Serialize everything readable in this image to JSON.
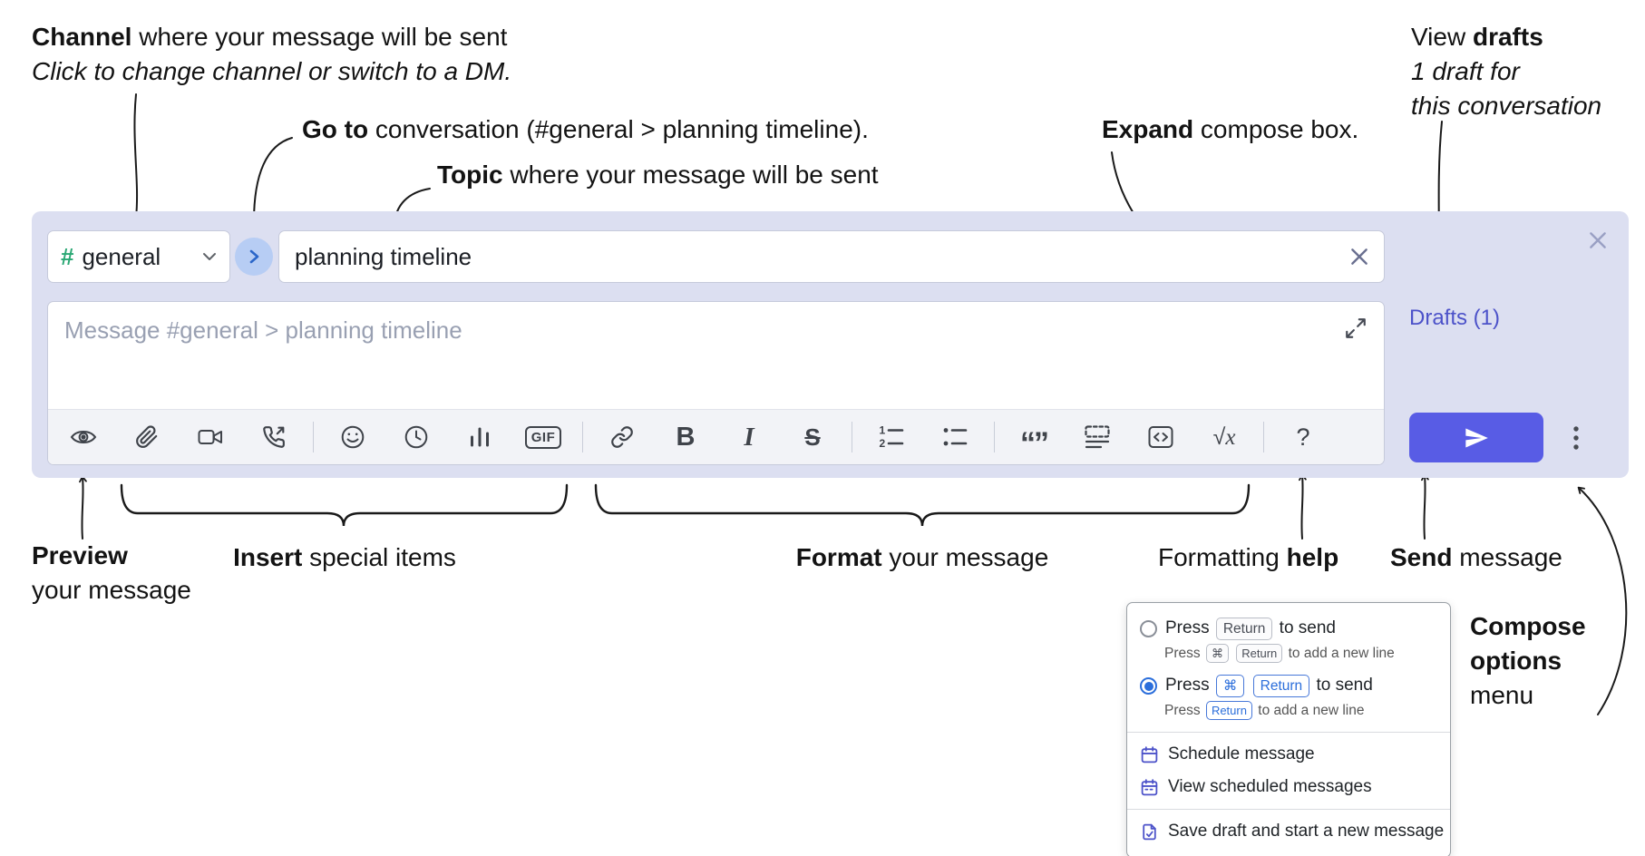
{
  "annotations": {
    "channel": {
      "bold": "Channel",
      "rest": " where your message will be sent",
      "italic": "Click to change channel or switch to a DM."
    },
    "goto": {
      "bold": "Go to",
      "rest": " conversation (#general > planning timeline)."
    },
    "topic": {
      "bold": "Topic",
      "rest": " where your message will be sent"
    },
    "expand": {
      "bold": "Expand",
      "rest": " compose box."
    },
    "view_drafts": {
      "pre": "View ",
      "bold": "drafts",
      "line2": "1 draft for",
      "line3": "this conversation"
    },
    "preview": {
      "bold": "Preview",
      "line2": "your message"
    },
    "insert": {
      "bold": "Insert",
      "rest": " special items"
    },
    "format": {
      "bold": "Format",
      "rest": " your message"
    },
    "formatting_help": {
      "pre": "Formatting ",
      "bold": "help"
    },
    "send": {
      "bold": "Send",
      "rest": " message"
    },
    "compose_options": {
      "line1": "Compose",
      "line2": "options",
      "line3": "menu"
    }
  },
  "compose": {
    "channel_hash": "#",
    "channel_name": "general",
    "topic_value": "planning timeline",
    "message_placeholder": "Message #general > planning timeline",
    "drafts_link": "Drafts (1)",
    "toolbar": {
      "gif_label": "GIF",
      "bold_label": "B",
      "italic_label": "I",
      "strike_label": "S",
      "quote_label": "“”",
      "math_radical": "√",
      "math_x": "x",
      "help_label": "?"
    }
  },
  "options_menu": {
    "enter_sends": {
      "pre": "Press",
      "key1": "Return",
      "post": "to send",
      "sub_pre": "Press",
      "sub_key1": "⌘",
      "sub_key2": "Return",
      "sub_post": "to add a new line"
    },
    "cmd_enter_sends": {
      "pre": "Press",
      "key1": "⌘",
      "key2": "Return",
      "post": "to send",
      "sub_pre": "Press",
      "sub_key1": "Return",
      "sub_post": "to add a new line"
    },
    "schedule_label": "Schedule message",
    "view_scheduled_label": "View scheduled messages",
    "save_draft_label": "Save draft and start a new message"
  },
  "icons": {
    "toolbar": [
      "eye-preview-icon",
      "paperclip-icon",
      "video-camera-icon",
      "voice-call-icon",
      "smiley-icon",
      "clock-icon",
      "poll-bar-chart-icon",
      "gif-icon",
      "link-icon",
      "bold-icon",
      "italic-icon",
      "strikethrough-icon",
      "numbered-list-icon",
      "bulleted-list-icon",
      "quote-icon",
      "spoiler-icon",
      "code-icon",
      "math-icon",
      "help-icon"
    ],
    "other": [
      "chevron-down-icon",
      "chevron-right-icon",
      "clear-x-icon",
      "close-x-icon",
      "expand-diagonal-icon",
      "paper-plane-icon",
      "kebab-menu-icon",
      "radio-icon",
      "calendar-icon",
      "draft-file-icon"
    ]
  },
  "colors": {
    "accent_send": "#585ce5",
    "link": "#4c52c9",
    "compose_bg": "#dcdff1",
    "selected_key_blue": "#2b6edb",
    "channel_hash_green": "#2aa874",
    "goto_circle_bg": "#b7cdf4"
  }
}
